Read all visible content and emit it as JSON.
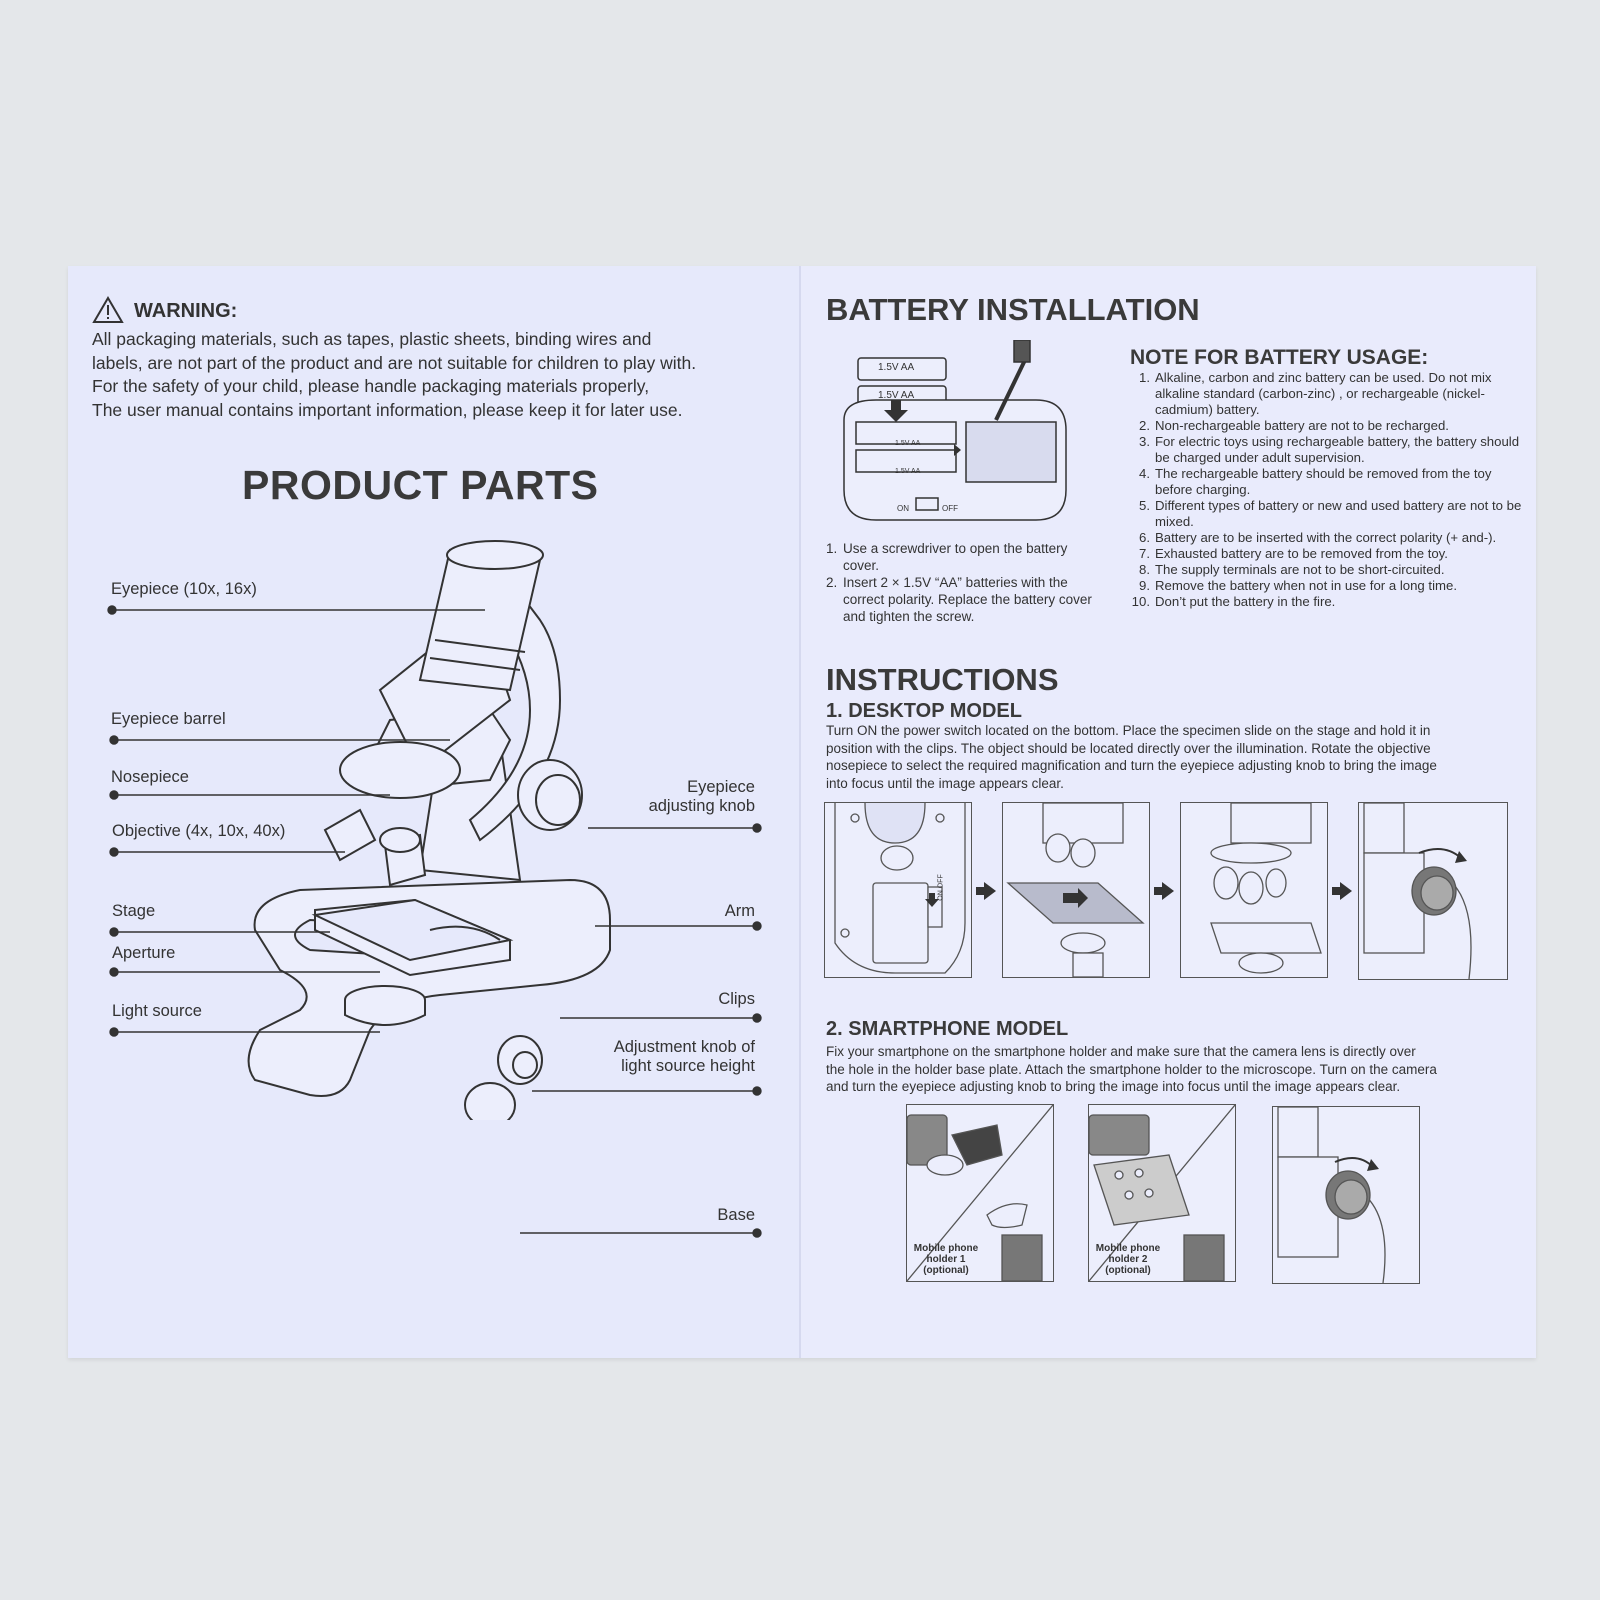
{
  "warning": {
    "title": "WARNING:",
    "lines": [
      "All packaging materials, such as tapes, plastic sheets, binding wires and",
      "labels, are not part of the product and are not suitable for children to play with.",
      "For the safety of your child, please handle packaging materials properly,",
      "The user manual contains important information, please keep it for later use."
    ]
  },
  "product_parts": {
    "title": "PRODUCT PARTS",
    "left_labels": [
      "Eyepiece (10x, 16x)",
      "Eyepiece barrel",
      "Nosepiece",
      "Objective (4x, 10x, 40x)",
      "Stage",
      "Aperture",
      "Light source"
    ],
    "right_labels": {
      "eyepiece_knob_1": "Eyepiece",
      "eyepiece_knob_2": "adjusting knob",
      "arm": "Arm",
      "clips": "Clips",
      "adjust_1": "Adjustment knob of",
      "adjust_2": "light source height",
      "base": "Base"
    }
  },
  "battery": {
    "title": "BATTERY INSTALLATION",
    "diagram": {
      "battery_label": "1.5V  AA",
      "inner_battery_label": "1.5V AA",
      "on": "ON",
      "off": "OFF"
    },
    "steps": [
      {
        "num": "1.",
        "text": "Use a screwdriver to open the battery cover."
      },
      {
        "num": "2.",
        "text": "Insert 2 × 1.5V “AA” batteries with the correct polarity. Replace the battery cover and tighten the screw."
      }
    ]
  },
  "note": {
    "title": "NOTE FOR BATTERY USAGE:",
    "items": [
      {
        "num": "1.",
        "text": "Alkaline, carbon and zinc battery can be used. Do not mix alkaline standard (carbon-zinc) , or rechargeable (nickel-cadmium) battery."
      },
      {
        "num": "2.",
        "text": "Non-rechargeable battery are not to be recharged."
      },
      {
        "num": "3.",
        "text": "For electric toys using rechargeable battery, the battery should be charged under adult supervision."
      },
      {
        "num": "4.",
        "text": "The rechargeable battery should be removed from the toy before charging."
      },
      {
        "num": "5.",
        "text": "Different types of battery or new and used battery are not to be mixed."
      },
      {
        "num": "6.",
        "text": "Battery are to be inserted with the correct polarity (+ and-)."
      },
      {
        "num": "7.",
        "text": "Exhausted battery are to be removed from the toy."
      },
      {
        "num": "8.",
        "text": "The supply terminals are not to be short-circuited."
      },
      {
        "num": "9.",
        "text": "Remove the battery when not in use for a long time."
      },
      {
        "num": "10.",
        "text": "Don’t put the battery in the fire."
      }
    ]
  },
  "instructions": {
    "title": "INSTRUCTIONS",
    "desktop": {
      "title": "1. DESKTOP MODEL",
      "lines": [
        "Turn ON the power switch located on the bottom. Place the specimen slide on the stage and hold it in",
        "position with the clips. The object should be located directly over the illumination. Rotate the objective",
        "nosepiece to select  the required magnification and turn the eyepiece adjusting knob to bring the image",
        "into focus until the image appears clear."
      ],
      "switch_label": "ON",
      "switch_label_off": "OFF"
    },
    "smartphone": {
      "title": "2. SMARTPHONE MODEL",
      "lines": [
        "Fix your smartphone on the smartphone holder and make sure that the camera lens is directly over",
        "the hole in the holder base plate. Attach the smartphone holder to the microscope. Turn on the camera",
        "and turn the eyepiece adjusting knob to bring the image into focus until the image appears clear."
      ],
      "holder1": [
        "Mobile phone",
        "holder 1",
        "(optional)"
      ],
      "holder2": [
        "Mobile phone",
        "holder 2",
        "(optional)"
      ]
    }
  }
}
